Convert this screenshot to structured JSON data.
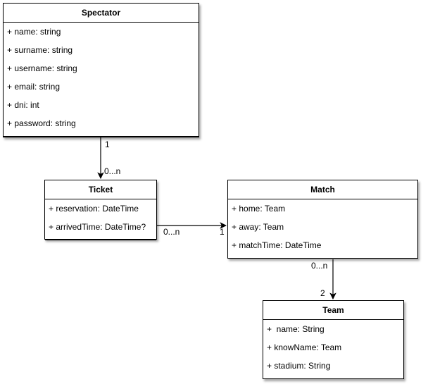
{
  "classes": {
    "spectator": {
      "name": "Spectator",
      "attributes": [
        "+ name: string",
        "+ surname: string",
        "+ username: string",
        "+ email: string",
        "+ dni: int",
        "+ password: string"
      ]
    },
    "ticket": {
      "name": "Ticket",
      "attributes": [
        "+ reservation: DateTime",
        "+ arrivedTime: DateTime?"
      ]
    },
    "match": {
      "name": "Match",
      "attributes": [
        "+ home: Team",
        "+ away: Team",
        "+ matchTime: DateTime"
      ]
    },
    "team": {
      "name": "Team",
      "attributes": [
        "+  name: String",
        "+ knowName: Team",
        "+ stadium: String"
      ]
    }
  },
  "associations": {
    "spectator_ticket": {
      "source_mult": "1",
      "target_mult": "0...n"
    },
    "ticket_match": {
      "source_mult": "0...n",
      "target_mult": "1"
    },
    "match_team": {
      "source_mult": "0...n",
      "target_mult": "2"
    }
  }
}
